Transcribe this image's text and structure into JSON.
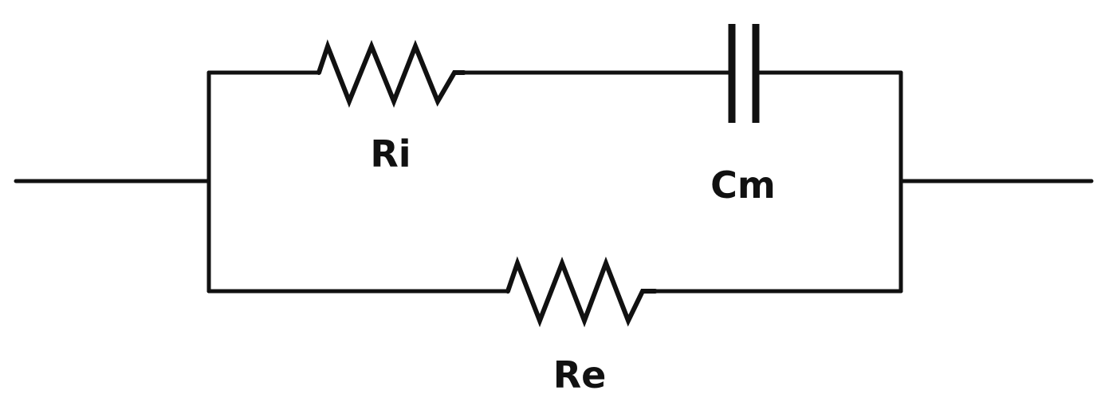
{
  "diagram": {
    "components": [
      {
        "id": "ri",
        "kind": "resistor",
        "label": "Ri"
      },
      {
        "id": "cm",
        "kind": "capacitor",
        "label": "Cm"
      },
      {
        "id": "re",
        "kind": "resistor",
        "label": "Re"
      }
    ],
    "colors": {
      "wire": "#111111",
      "label": "#111111",
      "background": "#ffffff"
    }
  }
}
